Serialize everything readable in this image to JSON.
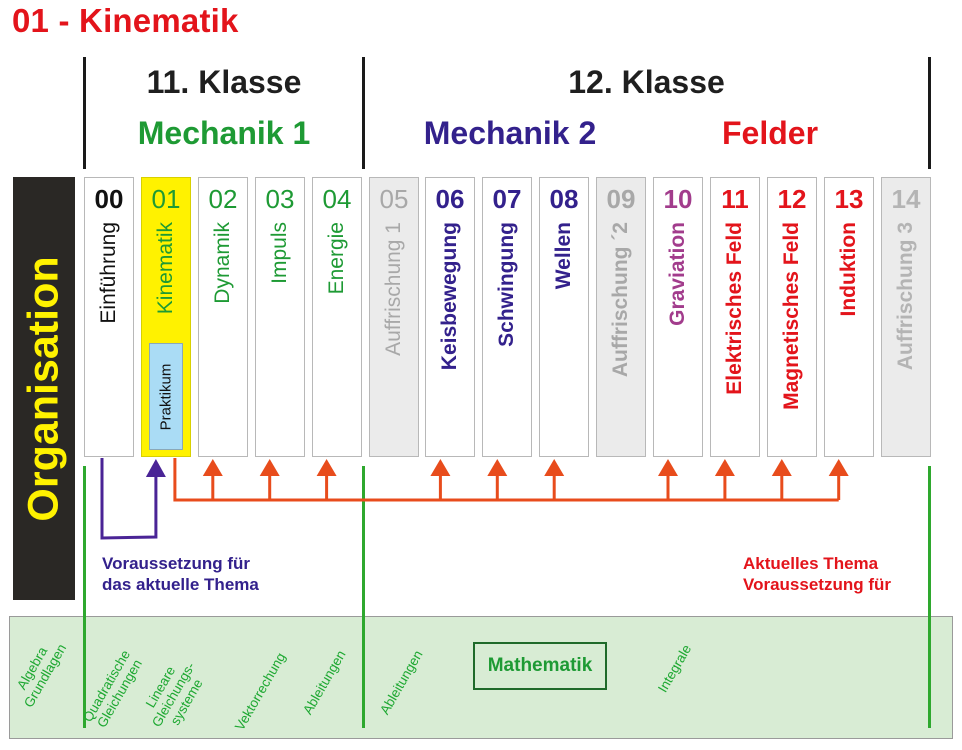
{
  "page": {
    "title": "01 - Kinematik"
  },
  "header": {
    "grades": [
      {
        "label": "11. Klasse"
      },
      {
        "label": "12. Klasse"
      }
    ],
    "groups": [
      {
        "label": "Mechanik 1",
        "color": "#1e9a34"
      },
      {
        "label": "Mechanik 2",
        "color": "#33218c"
      },
      {
        "label": "Felder",
        "color": "#e3141b"
      }
    ]
  },
  "sidebar": {
    "label": "Organisation",
    "background": "#2a2825",
    "text_color": "#fff200"
  },
  "topics": [
    {
      "num": "00",
      "title": "Einführung",
      "num_color": "#111111",
      "title_color": "#111111",
      "num_bold": true,
      "title_bold": false,
      "style": "normal"
    },
    {
      "num": "01",
      "title": "Kinematik",
      "num_color": "#1e9a34",
      "title_color": "#1e9a34",
      "num_bold": false,
      "title_bold": false,
      "style": "current",
      "sub_label": "Praktikum"
    },
    {
      "num": "02",
      "title": "Dynamik",
      "num_color": "#1e9a34",
      "title_color": "#1e9a34",
      "num_bold": false,
      "title_bold": false,
      "style": "normal"
    },
    {
      "num": "03",
      "title": "Impuls",
      "num_color": "#1e9a34",
      "title_color": "#1e9a34",
      "num_bold": false,
      "title_bold": false,
      "style": "normal"
    },
    {
      "num": "04",
      "title": "Energie",
      "num_color": "#1e9a34",
      "title_color": "#1e9a34",
      "num_bold": false,
      "title_bold": false,
      "style": "normal"
    },
    {
      "num": "05",
      "title": "Auffrischung 1",
      "num_color": "#a8a8a8",
      "title_color": "#a8a8a8",
      "num_bold": false,
      "title_bold": false,
      "style": "gray"
    },
    {
      "num": "06",
      "title": "Keisbewegung",
      "num_color": "#33218c",
      "title_color": "#33218c",
      "num_bold": true,
      "title_bold": true,
      "style": "normal"
    },
    {
      "num": "07",
      "title": "Schwingung",
      "num_color": "#33218c",
      "title_color": "#33218c",
      "num_bold": true,
      "title_bold": true,
      "style": "normal"
    },
    {
      "num": "08",
      "title": "Wellen",
      "num_color": "#33218c",
      "title_color": "#33218c",
      "num_bold": true,
      "title_bold": true,
      "style": "normal"
    },
    {
      "num": "09",
      "title": "Auffrischung ´2",
      "num_color": "#a8a8a8",
      "title_color": "#a8a8a8",
      "num_bold": true,
      "title_bold": true,
      "style": "gray"
    },
    {
      "num": "10",
      "title": "Graviation",
      "num_color": "#a23c8c",
      "title_color": "#a23c8c",
      "num_bold": true,
      "title_bold": true,
      "style": "normal"
    },
    {
      "num": "11",
      "title": "Elektrisches Feld",
      "num_color": "#e3141b",
      "title_color": "#e3141b",
      "num_bold": true,
      "title_bold": true,
      "style": "normal"
    },
    {
      "num": "12",
      "title": "Magnetisches Feld",
      "num_color": "#e3141b",
      "title_color": "#e3141b",
      "num_bold": true,
      "title_bold": true,
      "style": "normal"
    },
    {
      "num": "13",
      "title": "Induktion",
      "num_color": "#e3141b",
      "title_color": "#e3141b",
      "num_bold": true,
      "title_bold": true,
      "style": "normal"
    },
    {
      "num": "14",
      "title": "Auffrischung 3",
      "num_color": "#b4b4b4",
      "title_color": "#b4b4b4",
      "num_bold": true,
      "title_bold": true,
      "style": "gray"
    }
  ],
  "relations": {
    "prerequisite": {
      "from": "00",
      "to": "01",
      "color": "#4a2496",
      "label_line1": "Voraussetzung für",
      "label_line2": "das aktuelle Thema"
    },
    "enables": {
      "from": "01",
      "to": [
        "02",
        "03",
        "04",
        "06",
        "07",
        "08",
        "10",
        "11",
        "12",
        "13"
      ],
      "color": "#e84c1c",
      "label_line1": "Aktuelles Thema",
      "label_line2": "Voraussetzung für"
    }
  },
  "math": {
    "title": "Mathematik",
    "topics": [
      {
        "line1": "Algebra",
        "line2": "Grundlagen",
        "line3": ""
      },
      {
        "line1": "Quadratische",
        "line2": "Gleichungen",
        "line3": ""
      },
      {
        "line1": "Lineare",
        "line2": "Gleichungs-",
        "line3": "systeme"
      },
      {
        "line1": "Vektorrechung",
        "line2": "",
        "line3": ""
      },
      {
        "line1": "Ableitungen",
        "line2": "",
        "line3": ""
      },
      {
        "line1": "Ableitungen",
        "line2": "",
        "line3": ""
      },
      {
        "line1": "Integrale",
        "line2": "",
        "line3": ""
      }
    ]
  }
}
